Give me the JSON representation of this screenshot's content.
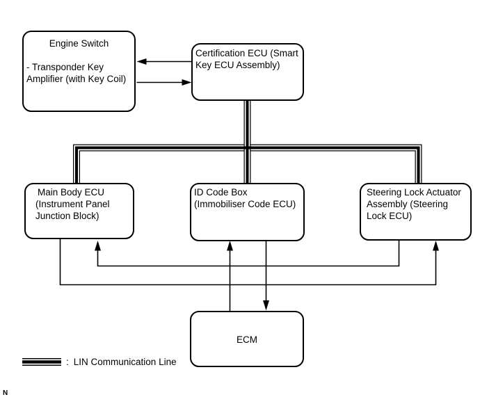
{
  "diagram": {
    "title_hint": "Immobiliser / Smart Key system communication diagram",
    "colors": {
      "line": "#000000",
      "background": "#ffffff"
    },
    "nodes": {
      "engine_switch": {
        "title": "Engine Switch",
        "lines": [
          "- Transponder Key",
          "Amplifier (with Key Coil)"
        ]
      },
      "certification_ecu": {
        "lines": [
          "Certification ECU (Smart",
          "Key ECU Assembly)"
        ]
      },
      "main_body_ecu": {
        "lines": [
          "Main Body ECU",
          "(Instrument Panel",
          "Junction Block)"
        ]
      },
      "id_code_box": {
        "lines": [
          "ID Code Box",
          "(Immobiliser Code ECU)"
        ]
      },
      "steering_lock": {
        "lines": [
          "Steering Lock Actuator",
          "Assembly (Steering",
          "Lock ECU)"
        ]
      },
      "ecm": {
        "title": "ECM"
      }
    },
    "legend": {
      "symbol": "triple-line",
      "separator": ":",
      "label": "LIN Communication Line"
    },
    "footnote": "N"
  }
}
